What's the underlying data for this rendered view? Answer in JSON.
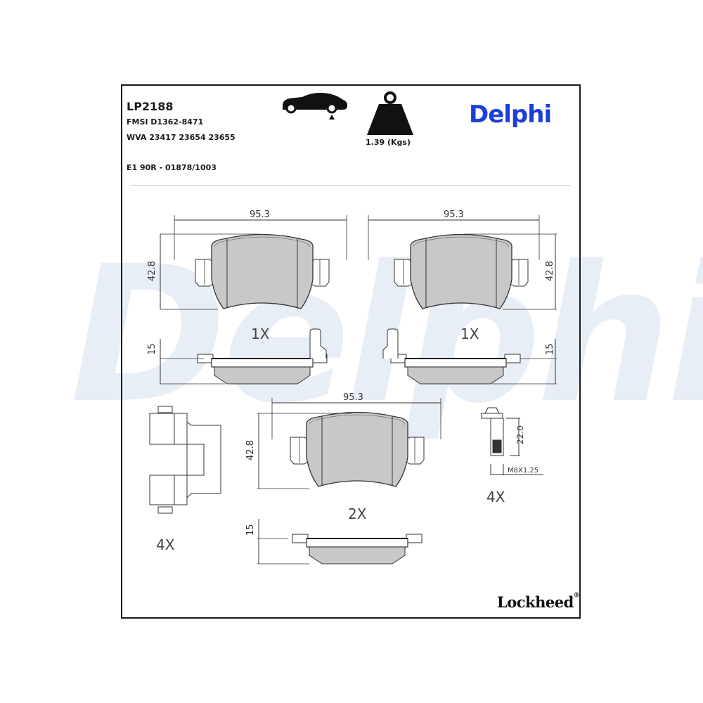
{
  "header": {
    "part_number": "LP2188",
    "fmsi": "FMSI D1362-8471",
    "wva": "WVA 23417 23654 23655",
    "approval": "E1 90R - 01878/1003",
    "weight_label": "1.39 (Kgs)",
    "icons": [
      "car-rear-axle-icon",
      "weight-icon"
    ]
  },
  "brand": {
    "logo_text": "Delphi",
    "color": "#1d3fd6",
    "watermark_text": "Delphi",
    "watermark_color": "#e8eef5"
  },
  "footer": {
    "brand_text": "Lockheed",
    "registered_mark": "®"
  },
  "drawings": {
    "pad_left": {
      "width_dim": "95.3",
      "height_dim": "42.8",
      "thickness_dim": "15",
      "quantity": "1X"
    },
    "pad_right": {
      "width_dim": "95.3",
      "height_dim": "42.8",
      "thickness_dim": "15",
      "quantity": "1X"
    },
    "pad_center": {
      "width_dim": "95.3",
      "height_dim": "42.8",
      "thickness_dim": "15",
      "quantity": "2X"
    },
    "clip": {
      "quantity": "4X"
    },
    "bolt": {
      "length_dim": "22.0",
      "thread": "M8X1.25",
      "quantity": "4X"
    }
  },
  "colors": {
    "pad_fill": "#c8c8c8",
    "line": "#333333",
    "frame": "#1a1a1a"
  }
}
